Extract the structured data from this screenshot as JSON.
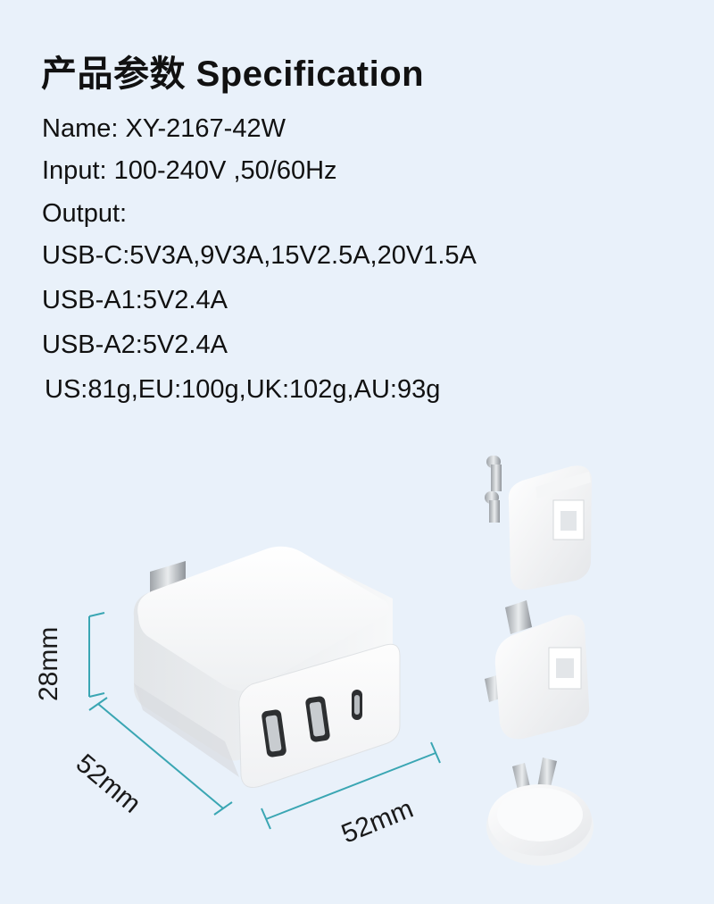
{
  "title": {
    "cn": "产品参数",
    "en": "Specification"
  },
  "specs": {
    "name": "Name: XY-2167-42W",
    "input": "Input: 100-240V ,50/60Hz",
    "output": "Output:",
    "usb_c": "USB-C:5V3A,9V3A,15V2.5A,20V1.5A",
    "usb_a1": "USB-A1:5V2.4A",
    "usb_a2": "USB-A2:5V2.4A",
    "weights": "US:81g,EU:100g,UK:102g,AU:93g"
  },
  "dimensions": {
    "height": "28mm",
    "depth": "52mm",
    "width": "52mm"
  },
  "colors": {
    "background": "#e9f1fa",
    "dimension_line": "#3aa6b3",
    "product": "#ffffff"
  },
  "illustration": {
    "items": [
      "charger-body",
      "eu-plug-adapter",
      "uk-plug-adapter",
      "au-plug-adapter"
    ]
  }
}
